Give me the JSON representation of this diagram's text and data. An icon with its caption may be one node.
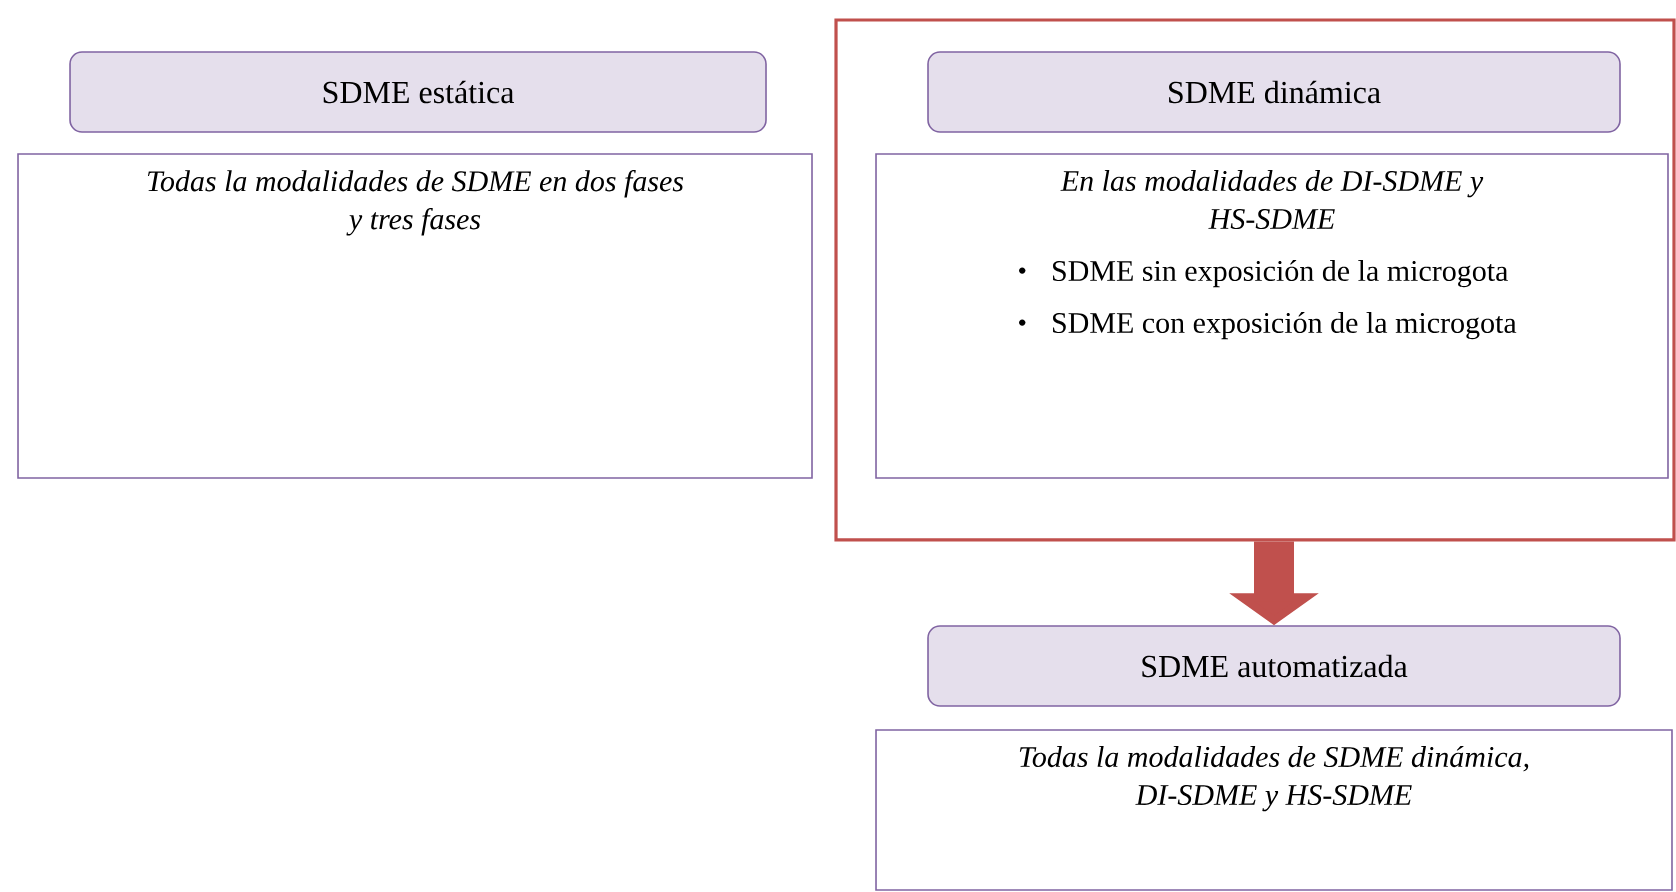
{
  "diagram": {
    "nodes": [
      {
        "text": [
          "SDME estática"
        ]
      },
      {
        "text": [
          "Todas la modalidades de SDME en dos fases y tres fases"
        ]
      },
      {
        "text": [],
        "shape": "box"
      },
      {
        "text": [
          "SDME dinámica"
        ],
        "in": 2
      },
      {
        "text": [
          "En las modalidades de DI-SDME y HS-SDME",
          "SDME sin exposición de la microgota",
          "SDME con exposición de la microgota"
        ],
        "in": 2
      },
      {
        "text": [
          "SDME automatizada"
        ]
      },
      {
        "text": [
          "Todas la modalidades de SDME dinámica, DI-SDME y HS-SDME"
        ]
      }
    ],
    "edges": [
      {
        "from": 2,
        "to": 5,
        "arrow": "to",
        "color": "#c0504d"
      }
    ]
  }
}
